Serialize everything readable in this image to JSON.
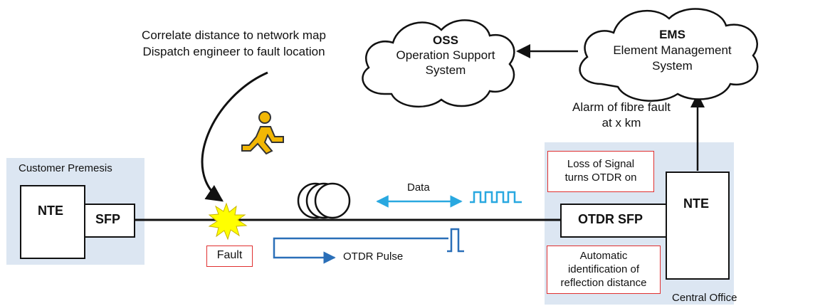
{
  "customer_premises": {
    "label": "Customer Premesis",
    "nte_label": "NTE",
    "sfp_label": "SFP"
  },
  "central_office": {
    "label": "Central Office",
    "nte_label": "NTE",
    "otdr_sfp_label": "OTDR SFP",
    "loss_of_signal_line1": "Loss of Signal",
    "loss_of_signal_line2": "turns OTDR on",
    "auto_id_line1": "Automatic",
    "auto_id_line2": "identification of",
    "auto_id_line3": "reflection distance"
  },
  "oss_cloud": {
    "title": "OSS",
    "line1": "Operation Support",
    "line2": "System"
  },
  "ems_cloud": {
    "title": "EMS",
    "line1": "Element Management",
    "line2": "System"
  },
  "alarm": {
    "line1": "Alarm of fibre fault",
    "line2": "at x km"
  },
  "dispatch": {
    "line1": "Correlate distance to network map",
    "line2": "Dispatch engineer to fault location"
  },
  "fault_label": "Fault",
  "data_label": "Data",
  "otdr_pulse_label": "OTDR Pulse",
  "colors": {
    "region_fill": "#dce6f2",
    "data_arrow": "#29a8e0",
    "pulse_arrow": "#2a6fb8",
    "fault_star": "#ffff00",
    "runner": "#f2b705",
    "callout_border": "#e03030"
  },
  "icons": {
    "fault": "starburst-icon",
    "engineer": "running-person-icon",
    "fibre": "fibre-spool-icon",
    "data_signal": "square-wave-icon",
    "pulse_signal": "single-pulse-icon"
  }
}
